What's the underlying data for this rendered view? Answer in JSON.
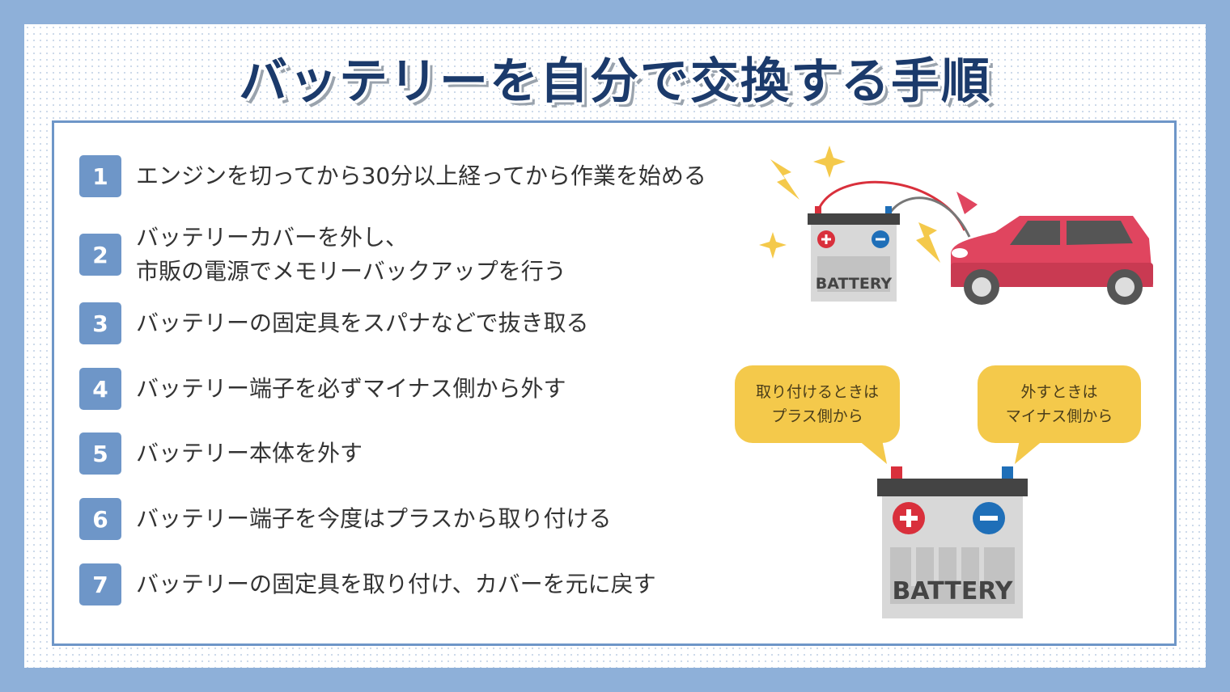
{
  "title": "バッテリーを自分で交換する手順",
  "steps": [
    {
      "num": "1",
      "lines": [
        "エンジンを切ってから30分以上経ってから作業を始める"
      ]
    },
    {
      "num": "2",
      "lines": [
        "バッテリーカバーを外し、",
        "市販の電源でメモリーバックアップを行う"
      ]
    },
    {
      "num": "3",
      "lines": [
        "バッテリーの固定具をスパナなどで抜き取る"
      ]
    },
    {
      "num": "4",
      "lines": [
        "バッテリー端子を必ずマイナス側から外す"
      ]
    },
    {
      "num": "5",
      "lines": [
        "バッテリー本体を外す"
      ]
    },
    {
      "num": "6",
      "lines": [
        "バッテリー端子を今度はプラスから取り付ける"
      ]
    },
    {
      "num": "7",
      "lines": [
        "バッテリーの固定具を取り付け、カバーを元に戻す"
      ]
    }
  ],
  "bubbles": {
    "left": {
      "line1": "取り付けるときは",
      "line2": "プラス側から"
    },
    "right": {
      "line1": "外すときは",
      "line2": "マイナス側から"
    }
  },
  "battery_label": "BATTERY",
  "colors": {
    "background": "#8eb0d9",
    "title": "#1b3a6b",
    "accent": "#6e96c8",
    "bubble": "#f4c94b",
    "car": "#e0455f",
    "positive": "#d9303c",
    "negative": "#1f6fb8"
  },
  "icons": [
    "battery-icon",
    "car-icon",
    "spark-icon",
    "lightning-icon",
    "plus-terminal-icon",
    "minus-terminal-icon"
  ]
}
